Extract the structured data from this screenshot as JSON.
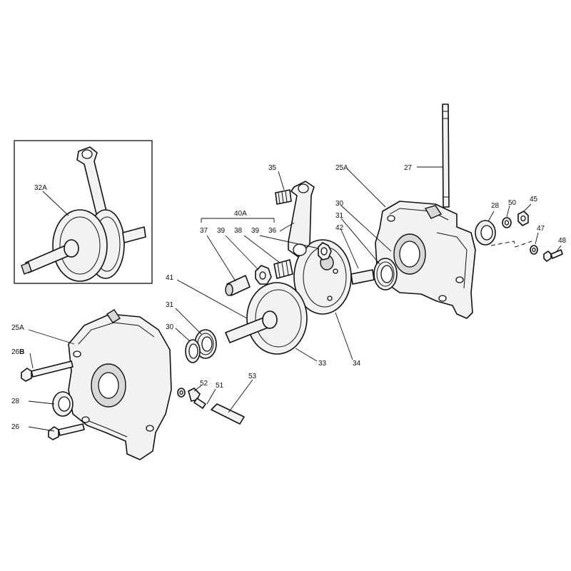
{
  "callouts": {
    "c32A": "32A",
    "c35": "35",
    "c25A_top": "25A",
    "c27": "27",
    "c40A": "40A",
    "c37": "37",
    "c39a": "39",
    "c38": "38",
    "c39b": "39",
    "c36": "36",
    "c30_top": "30",
    "c31_top": "31",
    "c42": "42",
    "c28_top": "28",
    "c50": "50",
    "c45": "45",
    "c47": "47",
    "c48": "48",
    "c41": "41",
    "c31_left": "31",
    "c30_left": "30",
    "c33": "33",
    "c34": "34",
    "c25A_left": "25A",
    "c26B_num": "26",
    "c26B_letter": "B",
    "c28_left": "28",
    "c26": "26",
    "c52": "52",
    "c51": "51",
    "c53": "53"
  }
}
